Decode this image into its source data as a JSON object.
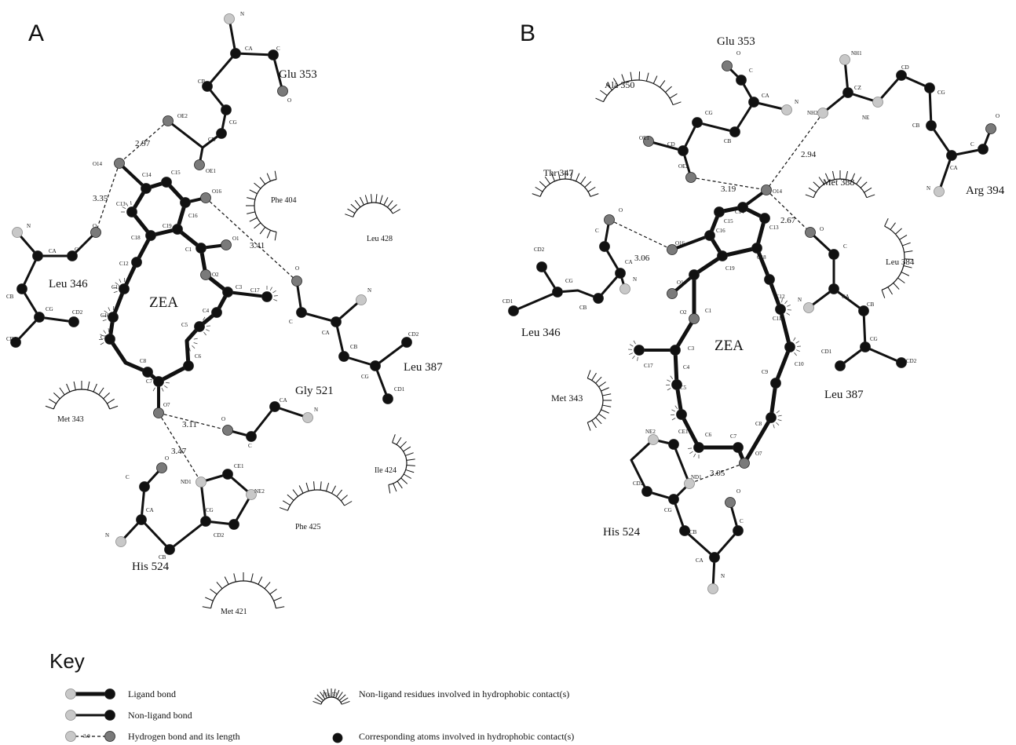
{
  "panels": {
    "A": {
      "letter": "A",
      "ligand_label": "ZEA",
      "residues": [
        "Glu 353",
        "Leu 346",
        "Phe 404",
        "Leu 428",
        "Leu 387",
        "Gly 521",
        "Met 343",
        "His 524",
        "Ile 424",
        "Phe 425",
        "Met 421"
      ],
      "distances": [
        "2.97",
        "3.35",
        "3.41",
        "3.11",
        "3.47"
      ],
      "ligand_atoms": [
        "O14",
        "C14",
        "C15",
        "C13",
        "C16",
        "O16",
        "C18",
        "C19",
        "C1",
        "O1",
        "O2",
        "C3",
        "C17",
        "C4",
        "C5",
        "C6",
        "C12",
        "C11",
        "C10",
        "C9",
        "C8",
        "C7",
        "O7"
      ],
      "protein_atoms": [
        "N",
        "CA",
        "C",
        "O",
        "CB",
        "CG",
        "CD",
        "OE2",
        "OE1",
        "N",
        "CA",
        "C",
        "O",
        "CB",
        "CG",
        "CD2",
        "CD1",
        "O",
        "C",
        "CA",
        "N",
        "CB",
        "CG",
        "CD2",
        "CD1",
        "O",
        "C",
        "CA",
        "N",
        "C",
        "O",
        "CA",
        "N",
        "CB",
        "CG",
        "ND1",
        "CE1",
        "NE2",
        "CD2"
      ]
    },
    "B": {
      "letter": "B",
      "ligand_label": "ZEA",
      "residues": [
        "Glu 353",
        "Ala 350",
        "Arg 394",
        "Thr 347",
        "Met 388",
        "Leu 384",
        "Leu 346",
        "Leu 387",
        "Met 343",
        "His 524"
      ],
      "distances": [
        "2.94",
        "3.19",
        "3.06",
        "2.67",
        "3.05"
      ],
      "ligand_atoms": [
        "O14",
        "C14",
        "C15",
        "C13",
        "C16",
        "O16",
        "C18",
        "C19",
        "O1",
        "O2",
        "C1",
        "C12",
        "C11",
        "C3",
        "C17",
        "C4",
        "C5",
        "C10",
        "C9",
        "C8",
        "C6",
        "C7",
        "O7"
      ],
      "protein_atoms": [
        "O",
        "C",
        "CA",
        "N",
        "CB",
        "CG",
        "CD",
        "OE1",
        "OE2",
        "NH1",
        "CZ",
        "NH2",
        "NE",
        "CD",
        "CG",
        "CB",
        "CA",
        "C",
        "O",
        "N",
        "O",
        "C",
        "CA",
        "N",
        "CB",
        "CG",
        "CD2",
        "CD1",
        "O",
        "C",
        "CA",
        "N",
        "CB",
        "CG",
        "CD2",
        "CD1",
        "NE2",
        "CE1",
        "ND1",
        "CD2",
        "CG",
        "CB",
        "CA",
        "N",
        "C",
        "O"
      ]
    }
  },
  "key": {
    "title": "Key",
    "items": [
      "Ligand bond",
      "Non-ligand bond",
      "Hydrogen bond and its length",
      "Non-ligand residues involved in hydrophobic contact(s)",
      "Corresponding atoms involved in hydrophobic contact(s)"
    ],
    "sample_residue": "His 53",
    "sample_length": "3.0"
  },
  "colors": {
    "carbon": "#111111",
    "oxygen": "#7a7a7a",
    "nitrogen": "#c8c8c8",
    "ink": "#111111"
  }
}
